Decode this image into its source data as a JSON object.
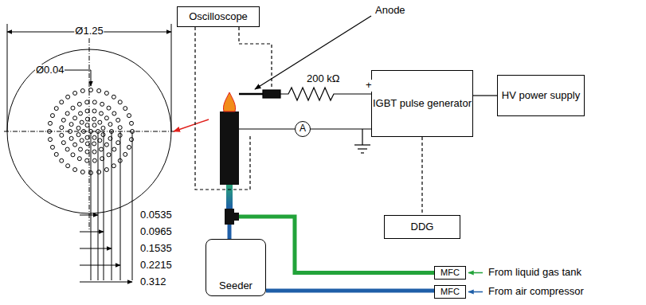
{
  "diagram": {
    "nodes": [
      {
        "text": [
          "Oscilloscope"
        ]
      },
      {
        "text": [
          "IGBT pulse generator"
        ]
      },
      {
        "text": [
          "HV power supply"
        ]
      },
      {
        "text": [
          "A"
        ]
      },
      {
        "text": [
          "DDG"
        ]
      },
      {
        "text": [
          "Seeder"
        ]
      },
      {
        "text": [
          "MFC"
        ]
      },
      {
        "text": [
          "MFC"
        ]
      }
    ],
    "edges": [
      {
        "from": 1,
        "to": 2,
        "arrow": "none"
      },
      {
        "from": 3,
        "to": 1,
        "arrow": "none"
      },
      {
        "from": 1,
        "to": 4,
        "arrow": "none"
      },
      {
        "from": 7,
        "to": 5,
        "arrow": "none"
      }
    ],
    "labels": [
      "Anode",
      "200 kΩ",
      "+",
      "Ø1.25",
      "Ø0.04",
      "0.0535",
      "0.0965",
      "0.1535",
      "0.2215",
      "0.312",
      "From liquid gas tank",
      "From air compressor"
    ]
  }
}
